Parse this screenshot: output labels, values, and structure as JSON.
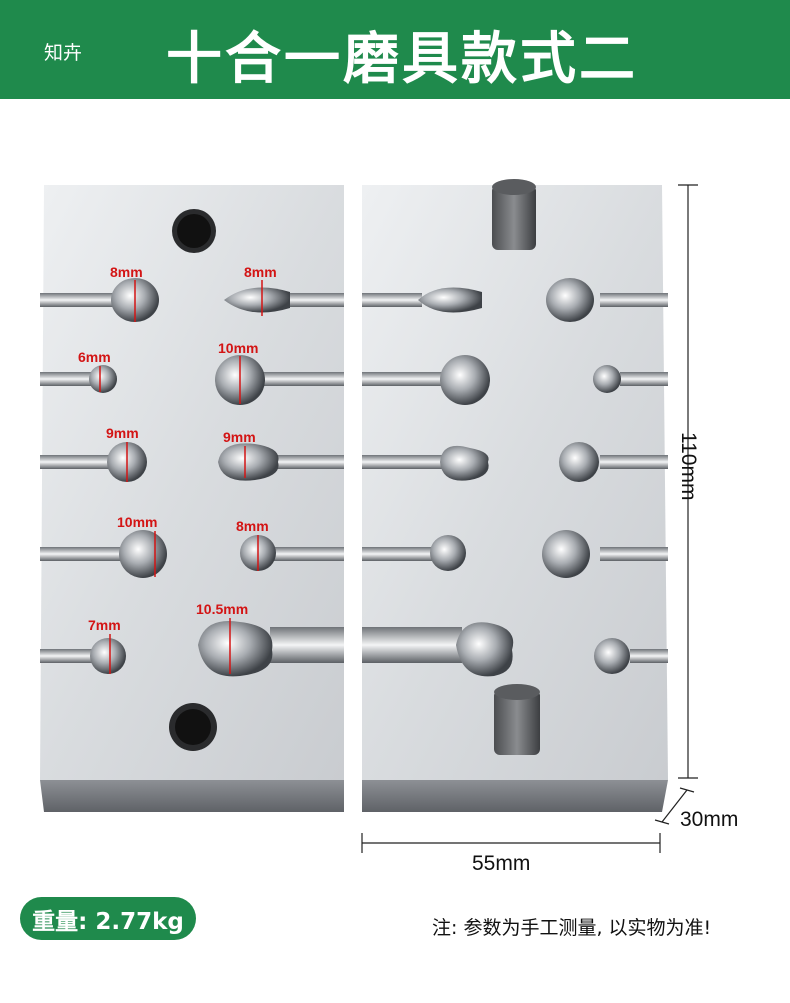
{
  "header": {
    "brand": "知卉",
    "title": "十合一磨具款式二"
  },
  "colors": {
    "brand_green": "#1f8a4c",
    "size_label_red": "#d31414"
  },
  "left_plate_labels": [
    "8mm",
    "8mm",
    "6mm",
    "10mm",
    "9mm",
    "9mm",
    "10mm",
    "8mm",
    "7mm",
    "10.5mm"
  ],
  "dimensions": {
    "height": "110mm",
    "depth": "30mm",
    "width": "55mm"
  },
  "weight": "重量: 2.77kg",
  "note": "注: 参数为手工测量, 以实物为准!"
}
